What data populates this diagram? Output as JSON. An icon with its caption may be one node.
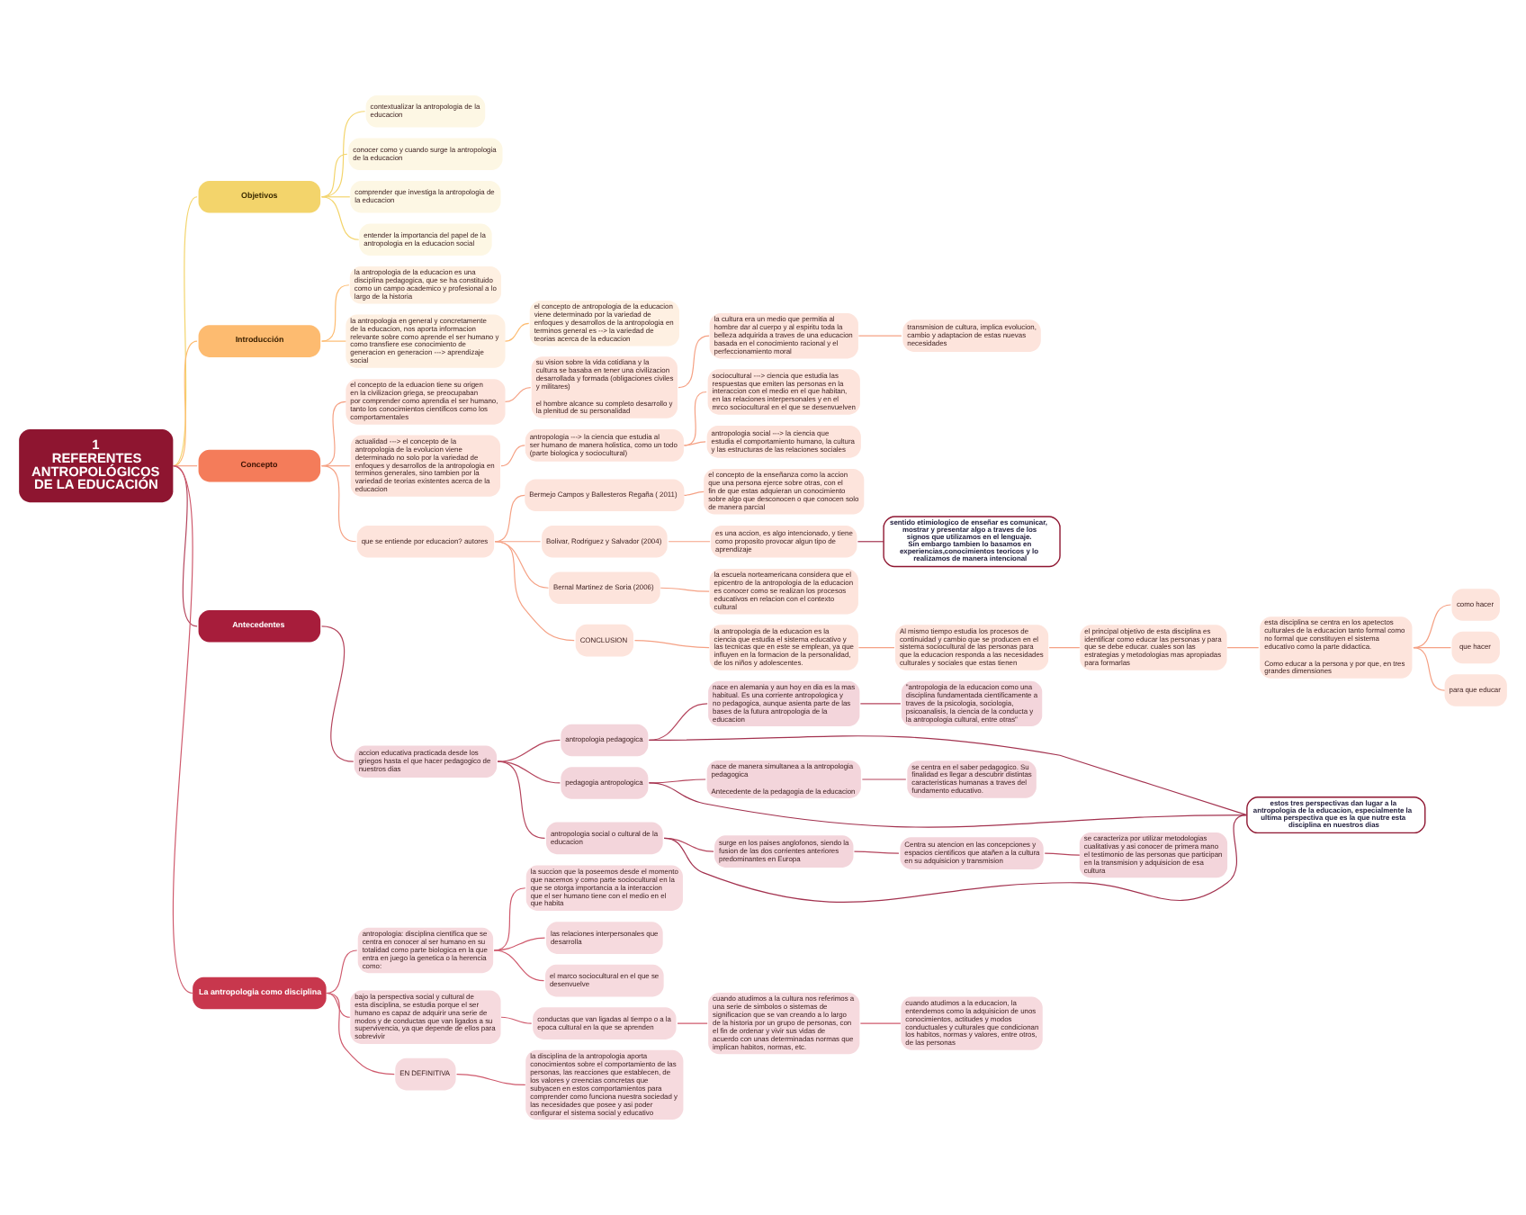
{
  "diagram": {
    "nodes": [
      {
        "text": [
          "1",
          "REFERENTES ANTROPOLÓGICOS DE LA EDUCACIÓN"
        ]
      },
      {
        "text": [
          "Objetivos"
        ]
      },
      {
        "text": [
          "contextualizar la antropologia de la educacion"
        ]
      },
      {
        "text": [
          "conocer como y cuando surge la antropologia de la educacion"
        ]
      },
      {
        "text": [
          "comprender que investiga la antropologia de la educacion"
        ]
      },
      {
        "text": [
          "entender la importancia del papel de la antropologia en la educacion social"
        ]
      },
      {
        "text": [
          "Introducción"
        ]
      },
      {
        "text": [
          "la antropologia de la educacion es una disciplina pedagogica, que se ha constituido como un campo academico y profesional a lo largo de la historia"
        ]
      },
      {
        "text": [
          "la antropologia en general y concretamente de la educacion, nos aporta informacion relevante sobre como aprende el ser humano y como transfiere ese conocimiento de generacion en generacion ---> aprendizaje social"
        ]
      },
      {
        "text": [
          "el concepto de antropologia de la educacion viene determinado por la variedad de enfoques y desarrollos de la antropologia en terminos general es --> la variedad de teorias acerca de la educacion"
        ]
      },
      {
        "text": [
          "Concepto"
        ]
      },
      {
        "text": [
          "el concepto de la eduacion tiene su origen en la civilizacion griega, se preocupaban por comprender como aprendia el ser humano, tanto los conocimientos cientificos como los comportamentales"
        ]
      },
      {
        "text": [
          "su vision sobre la vida cotidiana y la cultura se basaba en tener una civilizacion desarrollada y formada (obligaciones civiles y militares)",
          "el hombre alcance su completo desarrollo y la plenitud de su personalidad"
        ]
      },
      {
        "text": [
          "la cultura era un medio que permitia al hombre dar al cuerpo y al espiritu toda la belleza adquirida a traves de una educacion basada en el conocimiento racional y el perfeccionamiento moral"
        ]
      },
      {
        "text": [
          "transmision de cultura, implica evolucion, cambio y adaptacion de estas nuevas necesidades"
        ]
      },
      {
        "text": [
          "actualidad ---> el concepto de la antropologia de la evolucion viene determinado no solo por la variedad de enfoques y desarrollos de la antropologia en terminos generales, sino tambien por la variedad de teorias existentes acerca de la educacion"
        ]
      },
      {
        "text": [
          "antropologia ---> la ciencia que estudia al ser humano de manera holistica, como un todo (parte biologica y sociocultural)"
        ]
      },
      {
        "text": [
          "sociocultural ---> ciencia que estudia las respuestas que emiten las personas en la interaccion con el medio en el que habitan, en las relaciones interpersonales y en el mrco sociocultural en el que se desenvuelven"
        ]
      },
      {
        "text": [
          "antropologia social ---> la ciencia que estudia el comportamiento humano, la cultura y las estructuras de las relaciones sociales"
        ]
      },
      {
        "text": [
          "que se entiende por educacion? autores"
        ]
      },
      {
        "text": [
          "Bermejo Campos y Ballesteros Regaña ( 2011)"
        ]
      },
      {
        "text": [
          "el concepto de la enseñanza como la accion que una persona ejerce sobre otras, con el fin de que estas adquieran un conocimiento sobre algo que desconocen o que conocen solo de manera parcial"
        ]
      },
      {
        "text": [
          "Bolivar, Rodriguez y Salvador (2004)"
        ]
      },
      {
        "text": [
          "es una accion, es algo intencionado, y tiene como proposito provocar algun tipo de aprendizaje"
        ]
      },
      {
        "text": [
          "sentido etimiologico de enseñar es comunicar, mostrar y presentar algo a traves de los signos que utilizamos en el lenguaje.",
          "Sin embargo tambien lo basamos en experiencias,conocimientos teoricos y lo realizamos de manera intencional"
        ]
      },
      {
        "text": [
          "Bernal Martinez de Soria (2006)"
        ]
      },
      {
        "text": [
          "la escuela norteamericana considera que el epicentro de la antropologia de la educacion es conocer como se realizan los procesos educativos en relacion con el contexto cultural"
        ]
      },
      {
        "text": [
          "CONCLUSION"
        ]
      },
      {
        "text": [
          "la antropologia de la educacion es la ciencia que estudia el sistema educativo y las tecnicas que en este se emplean, ya que influyen en la formacion de la personalidad, de los niños y adolescentes."
        ]
      },
      {
        "text": [
          "Al mismo tiempo estudia los procesos de continuidad y cambio que se producen en el sistema sociocultural de las personas para que la educacion responda a las necesidades culturales y sociales que estas tienen"
        ]
      },
      {
        "text": [
          "el principal objetivo de esta disciplina es identificar como educar las personas y para que se debe educar. cuales son las estrategias y metodologias mas apropiadas para formarlas"
        ]
      },
      {
        "text": [
          "esta disciplina se centra en los apetectos culturales de la educacion tanto formal como no formal que constituyen el sistema educativo como la parte didactica.",
          "Como educar a la persona y por que, en tres grandes dimensiones"
        ]
      },
      {
        "text": [
          "como hacer"
        ]
      },
      {
        "text": [
          "que hacer"
        ]
      },
      {
        "text": [
          "para que educar"
        ]
      },
      {
        "text": [
          "Antecedentes"
        ]
      },
      {
        "text": [
          "accion educativa practicada desde los griegos hasta el que hacer pedagogico de nuestros dias"
        ]
      },
      {
        "text": [
          "antropologia pedagogica"
        ]
      },
      {
        "text": [
          "nace en alemania y aun hoy en dia es la mas habitual. Es una corriente antropologica y no pedagogica, aunque asienta parte de las bases de la futura antropologia de la educacion"
        ]
      },
      {
        "text": [
          "\"antropologia de la educacion como una disciplina fundamentada cientificamente a traves de la psicologia, sociologia, psicoanalisis, la ciencia de la conducta y la antropologia cultural, entre otras\""
        ]
      },
      {
        "text": [
          "pedagogia antropologica"
        ]
      },
      {
        "text": [
          "nace de manera simultanea a la antropologia pedagogica",
          "Antecedente de la pedagogia de la educacion"
        ]
      },
      {
        "text": [
          "se centra en el saber pedagogico. Su finalidad es llegar a descubrir distintas caracteristicas humanas a traves del fundamento educativo."
        ]
      },
      {
        "text": [
          "antropologia social o cultural de la educacion"
        ]
      },
      {
        "text": [
          "surge en los paises anglofonos, siendo la fusion de las dos corrientes anteriores predominantes en Europa"
        ]
      },
      {
        "text": [
          "Centra su atencion en las concepciones y espacios cientificos que atañen a la cultura en su adquisicion y transmision"
        ]
      },
      {
        "text": [
          "se caracteriza por utilizar metodologias cualitativas y asi conocer de primera mano el testimonio de las personas que participan en la transmision y adquisicion de esa cultura"
        ]
      },
      {
        "text": [
          "estos tres perspectivas dan lugar a la antropologia de la educacion, especialmente la ultima perspectiva que es la que nutre esta disciplina en nuestros dias"
        ]
      },
      {
        "text": [
          "La antropologia como disciplina"
        ]
      },
      {
        "text": [
          "antropologia: disciplina cientifica que se centra en conocer al ser humano en su totalidad como parte biologica en la que entra en juego la genetica o la herencia como:"
        ]
      },
      {
        "text": [
          "la succion que la poseemos desde el momento que nacemos y como parte sociocultural en la que se otorga importancia a la interaccion que el ser humano tiene con el medio en el que habita"
        ]
      },
      {
        "text": [
          "las relaciones interpersonales que desarrolla"
        ]
      },
      {
        "text": [
          "el marco sociocultural en el que se desenvuelve"
        ]
      },
      {
        "text": [
          "bajo la perspectiva social y cultural de esta disciplina, se estudia porque el ser humano es capaz de adquirir una serie de modos y de conductas que van ligados a su supervivencia, ya que depende de ellos para sobrevivir"
        ]
      },
      {
        "text": [
          "conductas que van ligadas al tiempo o a la epoca cultural en la que se aprenden"
        ]
      },
      {
        "text": [
          "cuando atudimos a la cultura nos referimos a una serie de simbolos o sistemas de significacion que se van creando a lo largo de la historia por un grupo de personas, con el fin de ordenar y vivir sus vidas de acuerdo con unas determinadas normas que implican habitos, normas, etc."
        ]
      },
      {
        "text": [
          "cuando atudimos a la educacion, la entendemos como la adquisicion de unos conocimientos, actitudes y modos conductuales y culturales que condicionan los habitos, normas y valores, entre otros, de las personas"
        ]
      },
      {
        "text": [
          "EN DEFINITIVA"
        ]
      },
      {
        "text": [
          "la disciplina de la antropologia aporta conocimientos sobre el comportamiento de las personas, las reacciones que establecen, de los valores y creencias concretas que subyacen en estos comportamientos para comprender como funciona nuestra sociedad y las necesidades que posee y asi poder configurar el sistema social y educativo"
        ]
      }
    ],
    "edges": [
      {
        "from": 0,
        "to": 1,
        "arrow": "none",
        "color": "#f3d46b"
      },
      {
        "from": 1,
        "to": 2,
        "arrow": "none",
        "color": "#f3d46b"
      },
      {
        "from": 1,
        "to": 3,
        "arrow": "none",
        "color": "#f3d46b"
      },
      {
        "from": 1,
        "to": 4,
        "arrow": "none",
        "color": "#f3d46b"
      },
      {
        "from": 1,
        "to": 5,
        "arrow": "none",
        "color": "#f3d46b"
      },
      {
        "from": 0,
        "to": 6,
        "arrow": "none",
        "color": "#fdbb70"
      },
      {
        "from": 6,
        "to": 7,
        "arrow": "none",
        "color": "#fdbb70"
      },
      {
        "from": 6,
        "to": 8,
        "arrow": "none",
        "color": "#fdbb70"
      },
      {
        "from": 8,
        "to": 9,
        "arrow": "none",
        "color": "#fdbb70"
      },
      {
        "from": 0,
        "to": 10,
        "arrow": "none"
      },
      {
        "from": 10,
        "to": 11,
        "arrow": "none"
      },
      {
        "from": 11,
        "to": 12,
        "arrow": "none"
      },
      {
        "from": 12,
        "to": 13,
        "arrow": "none"
      },
      {
        "from": 13,
        "to": 14,
        "arrow": "none"
      },
      {
        "from": 10,
        "to": 15,
        "arrow": "none"
      },
      {
        "from": 15,
        "to": 16,
        "arrow": "none"
      },
      {
        "from": 16,
        "to": 17,
        "arrow": "none"
      },
      {
        "from": 16,
        "to": 18,
        "arrow": "none"
      },
      {
        "from": 10,
        "to": 19,
        "arrow": "none"
      },
      {
        "from": 19,
        "to": 20,
        "arrow": "none"
      },
      {
        "from": 20,
        "to": 21,
        "arrow": "none"
      },
      {
        "from": 19,
        "to": 22,
        "arrow": "none"
      },
      {
        "from": 22,
        "to": 23,
        "arrow": "none"
      },
      {
        "from": 23,
        "to": 24,
        "arrow": "none",
        "color": "#a3324f"
      },
      {
        "from": 19,
        "to": 25,
        "arrow": "none"
      },
      {
        "from": 25,
        "to": 26,
        "arrow": "none"
      },
      {
        "from": 19,
        "to": 27,
        "arrow": "none"
      },
      {
        "from": 27,
        "to": 28,
        "arrow": "none"
      },
      {
        "from": 28,
        "to": 29,
        "arrow": "none"
      },
      {
        "from": 29,
        "to": 30,
        "arrow": "none"
      },
      {
        "from": 30,
        "to": 31,
        "arrow": "none"
      },
      {
        "from": 31,
        "to": 32,
        "arrow": "none"
      },
      {
        "from": 31,
        "to": 33,
        "arrow": "none"
      },
      {
        "from": 31,
        "to": 34,
        "arrow": "none"
      },
      {
        "from": 0,
        "to": 35,
        "arrow": "none",
        "color": "#b5455d"
      },
      {
        "from": 35,
        "to": 36,
        "arrow": "none",
        "color": "#b5455d"
      },
      {
        "from": 36,
        "to": 37,
        "arrow": "none",
        "color": "#b5455d"
      },
      {
        "from": 37,
        "to": 38,
        "arrow": "none",
        "color": "#b5455d"
      },
      {
        "from": 38,
        "to": 39,
        "arrow": "none",
        "color": "#b5455d"
      },
      {
        "from": 36,
        "to": 40,
        "arrow": "none",
        "color": "#b5455d"
      },
      {
        "from": 40,
        "to": 41,
        "arrow": "none",
        "color": "#b5455d"
      },
      {
        "from": 41,
        "to": 42,
        "arrow": "none",
        "color": "#b5455d"
      },
      {
        "from": 36,
        "to": 43,
        "arrow": "none",
        "color": "#b5455d"
      },
      {
        "from": 43,
        "to": 44,
        "arrow": "none",
        "color": "#b5455d"
      },
      {
        "from": 44,
        "to": 45,
        "arrow": "none",
        "color": "#b5455d"
      },
      {
        "from": 45,
        "to": 46,
        "arrow": "none",
        "color": "#b5455d"
      },
      {
        "from": 37,
        "to": 47,
        "arrow": "none",
        "color": "#a3324f"
      },
      {
        "from": 40,
        "to": 47,
        "arrow": "none",
        "color": "#a3324f"
      },
      {
        "from": 43,
        "to": 47,
        "arrow": "none",
        "color": "#a3324f"
      },
      {
        "from": 0,
        "to": 48,
        "arrow": "none",
        "color": "#cf5a6d"
      },
      {
        "from": 48,
        "to": 49,
        "arrow": "none",
        "color": "#cf5a6d"
      },
      {
        "from": 49,
        "to": 50,
        "arrow": "none",
        "color": "#cf5a6d"
      },
      {
        "from": 49,
        "to": 51,
        "arrow": "none",
        "color": "#cf5a6d"
      },
      {
        "from": 49,
        "to": 52,
        "arrow": "none",
        "color": "#cf5a6d"
      },
      {
        "from": 48,
        "to": 53,
        "arrow": "none",
        "color": "#cf5a6d"
      },
      {
        "from": 53,
        "to": 54,
        "arrow": "none",
        "color": "#cf5a6d"
      },
      {
        "from": 54,
        "to": 55,
        "arrow": "none",
        "color": "#cf5a6d"
      },
      {
        "from": 55,
        "to": 56,
        "arrow": "none",
        "color": "#cf5a6d"
      },
      {
        "from": 48,
        "to": 57,
        "arrow": "none",
        "color": "#cf5a6d"
      },
      {
        "from": 57,
        "to": 58,
        "arrow": "none",
        "color": "#cf5a6d"
      }
    ]
  }
}
